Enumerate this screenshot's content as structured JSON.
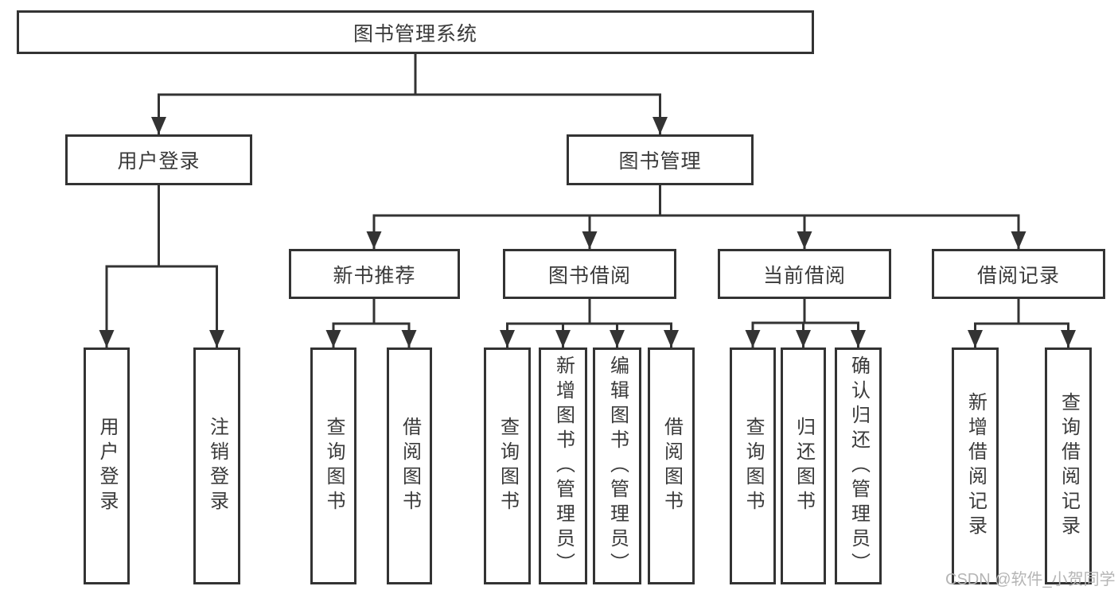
{
  "title": "图书管理系统",
  "watermark": "CSDN @软件_小贺同学",
  "tree": {
    "root": {
      "label": "图书管理系统"
    },
    "user_login": {
      "label": "用户登录",
      "children": [
        "用户登录",
        "注销登录"
      ]
    },
    "book_mgmt": {
      "label": "图书管理"
    },
    "sections": [
      {
        "label": "新书推荐",
        "children": [
          "查询图书",
          "借阅图书"
        ]
      },
      {
        "label": "图书借阅",
        "children": [
          "查询图书",
          "新增图书（管理员）",
          "编辑图书（管理员）",
          "借阅图书"
        ]
      },
      {
        "label": "当前借阅",
        "children": [
          "查询图书",
          "归还图书",
          "确认归还（管理员）"
        ]
      },
      {
        "label": "借阅记录",
        "children": [
          "新增借阅记录",
          "查询借阅记录"
        ]
      }
    ]
  },
  "colors": {
    "line": "#333333",
    "text": "#3a3a3a",
    "watermark": "#b5b5b5",
    "background": "#ffffff"
  }
}
